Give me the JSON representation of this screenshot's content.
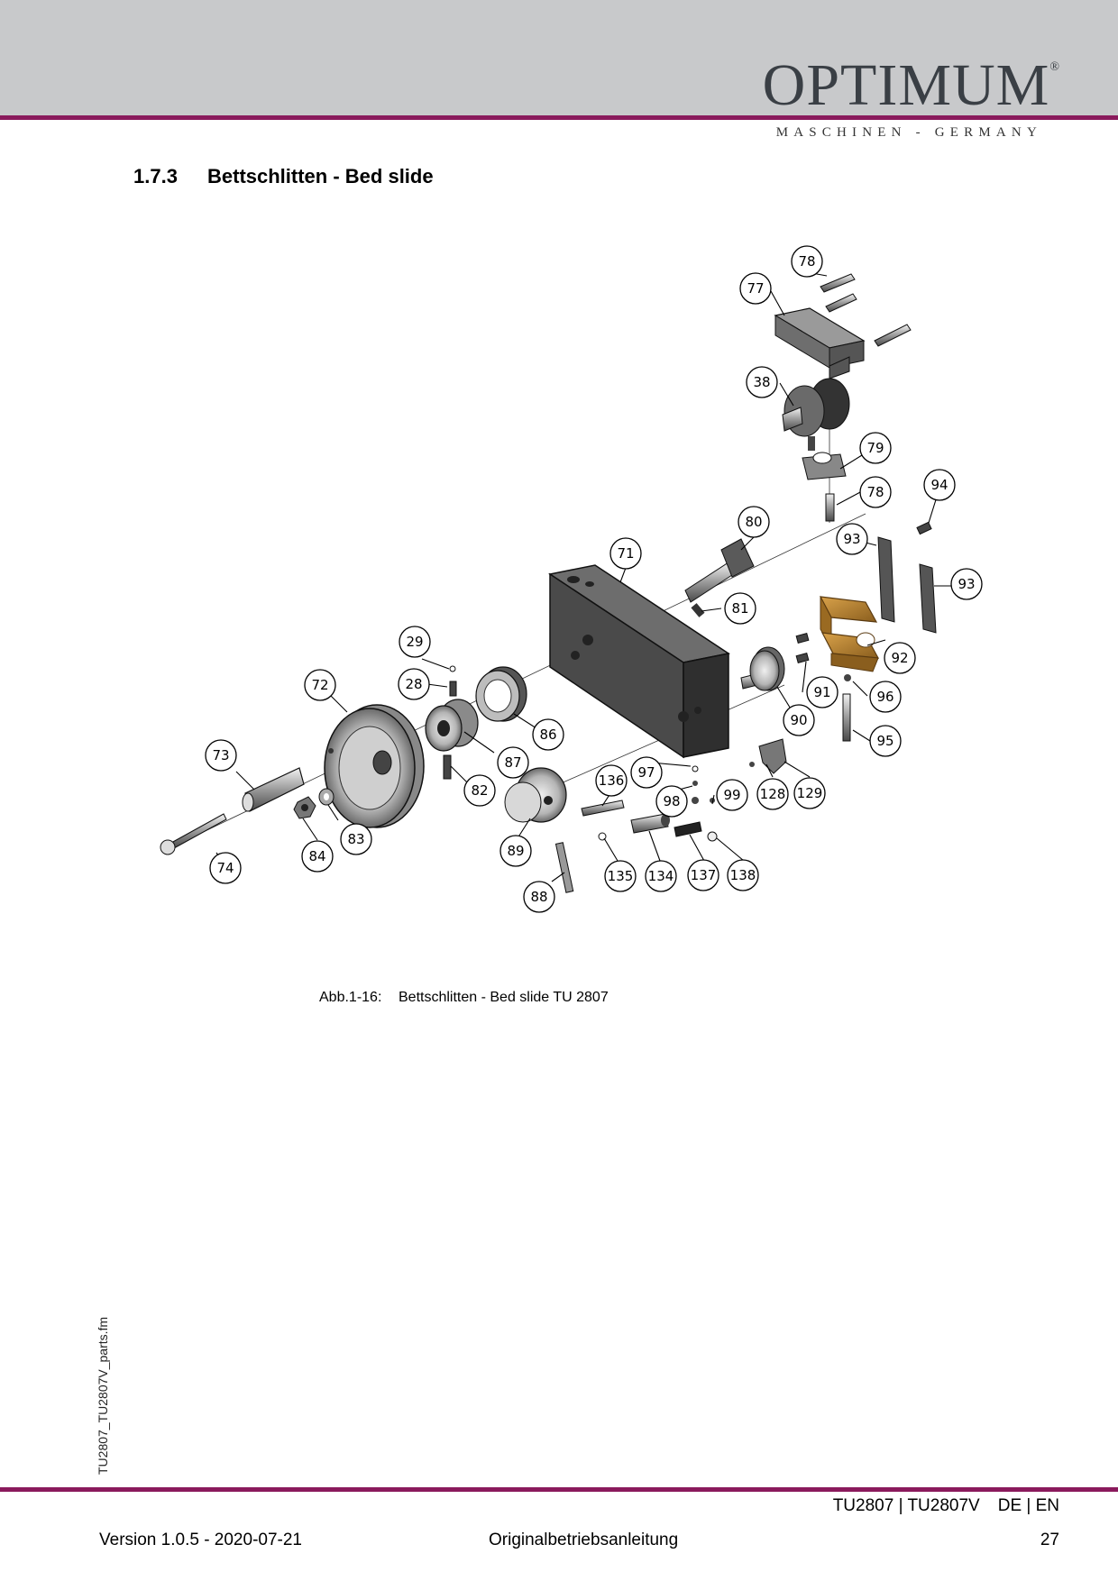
{
  "header": {
    "brand": "OPTIMUM",
    "brand_reg": "®",
    "tagline": "MASCHINEN - GERMANY"
  },
  "section": {
    "number": "1.7.3",
    "title": "Bettschlitten - Bed slide"
  },
  "figure": {
    "callouts": [
      "78",
      "77",
      "38",
      "79",
      "78",
      "94",
      "80",
      "93",
      "71",
      "93",
      "81",
      "29",
      "92",
      "28",
      "72",
      "91",
      "96",
      "90",
      "86",
      "87",
      "95",
      "73",
      "97",
      "136",
      "82",
      "98",
      "99",
      "128",
      "129",
      "83",
      "89",
      "84",
      "74",
      "135",
      "134",
      "137",
      "138",
      "88"
    ],
    "caption_label": "Abb.1-16:",
    "caption_text": "Bettschlitten - Bed slide TU 2807"
  },
  "side_file": "TU2807_TU2807V_parts.fm",
  "footer": {
    "model": "TU2807 | TU2807V",
    "lang": "DE | EN",
    "version": "Version 1.0.5 - 2020-07-21",
    "manual": "Originalbetriebsanleitung",
    "page": "27"
  },
  "colors": {
    "accent": "#8a1a5c",
    "header_band": "#c8c9cb",
    "brass_part": "#b8842e"
  }
}
